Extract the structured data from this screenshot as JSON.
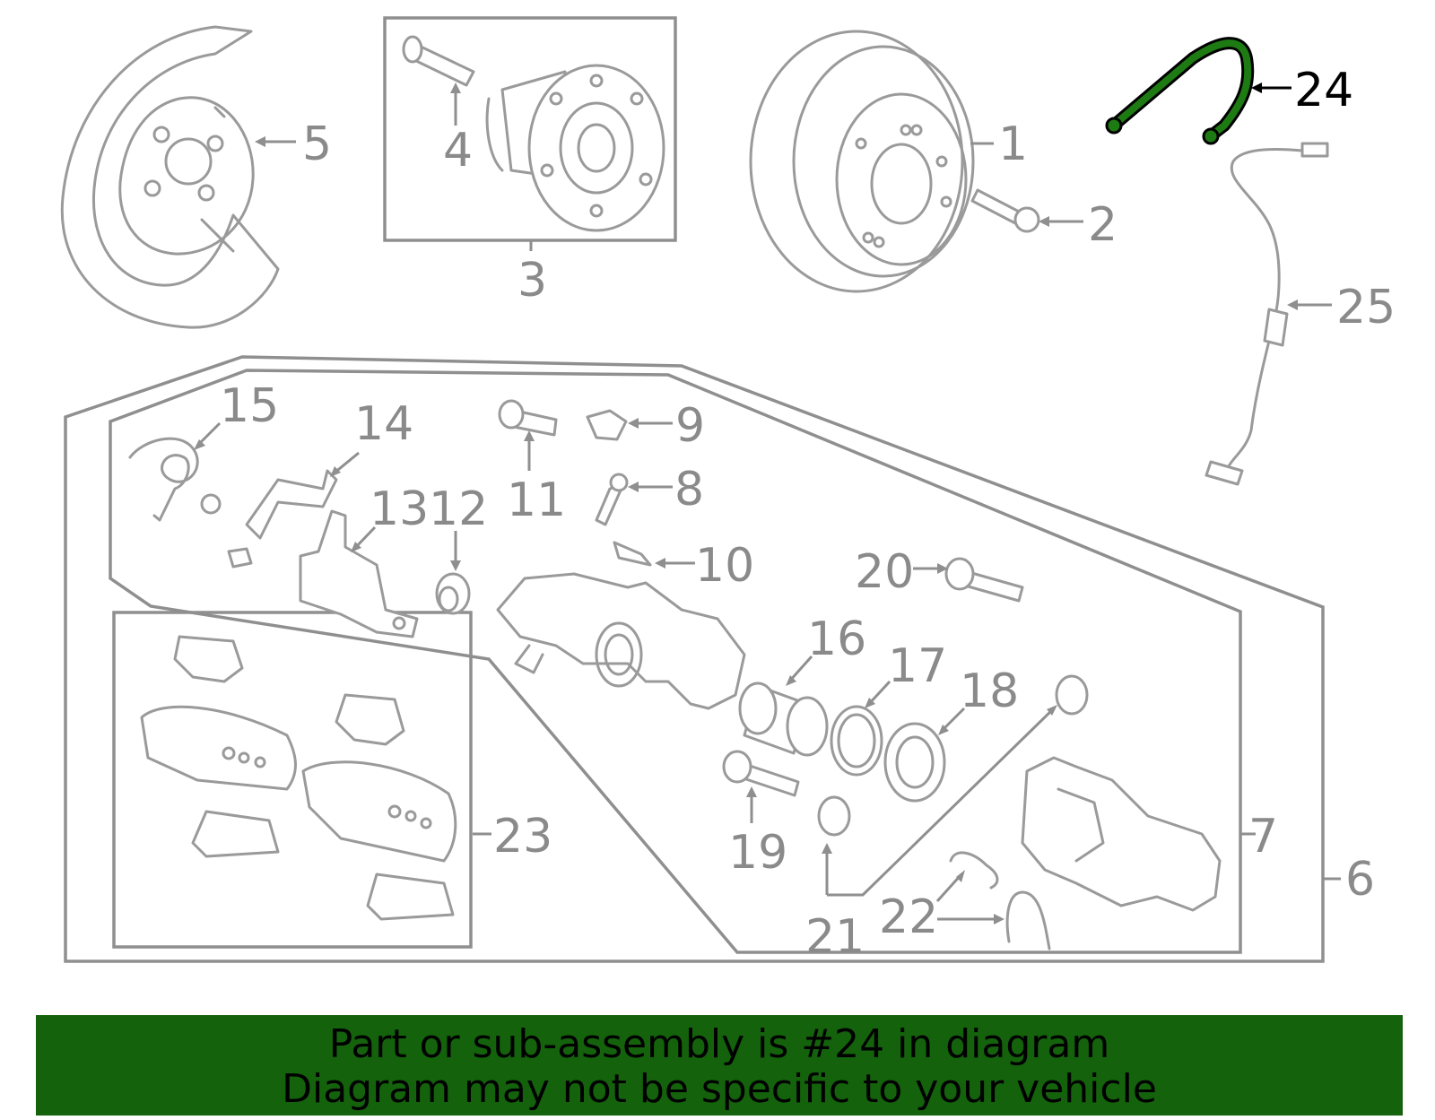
{
  "diagram": {
    "highlighted_callout": "24",
    "highlight_color": "#1e7a12",
    "callouts": {
      "c1": "1",
      "c2": "2",
      "c3": "3",
      "c4": "4",
      "c5": "5",
      "c6": "6",
      "c7": "7",
      "c8": "8",
      "c9": "9",
      "c10": "10",
      "c11": "11",
      "c12": "12",
      "c13": "13",
      "c14": "14",
      "c15": "15",
      "c16": "16",
      "c17": "17",
      "c18": "18",
      "c19": "19",
      "c20": "20",
      "c21": "21",
      "c22": "22",
      "c23": "23",
      "c24": "24",
      "c25": "25"
    }
  },
  "banner": {
    "line1": "Part or sub-assembly is #24 in diagram",
    "line2": "Diagram may not be specific to your vehicle",
    "background": "#14620c"
  }
}
